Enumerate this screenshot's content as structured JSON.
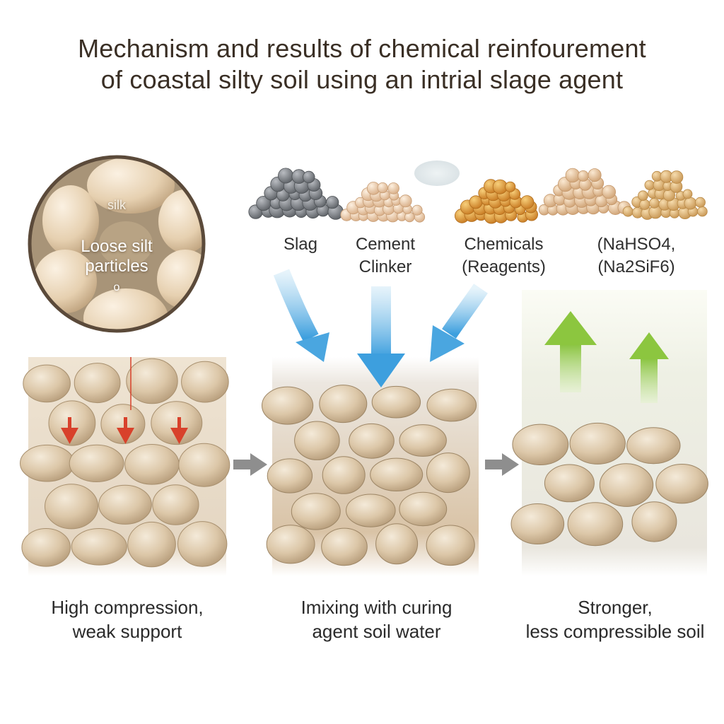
{
  "title": {
    "line1": "Mechanism and results of chemical reinfourement",
    "line2": "of coastal silty soil using an intrial slage agent"
  },
  "zoom": {
    "small_label": "silk",
    "label_line1": "Loose silt",
    "label_line2": "particles",
    "mark": "o"
  },
  "materials": [
    {
      "line1": "Slag",
      "line2": "",
      "color": "#8a8d91"
    },
    {
      "line1": "Cement",
      "line2": "Clinker",
      "color": "#e6c7a6"
    },
    {
      "line1": "Chemicals",
      "line2": "(Reagents)",
      "color": "#e3a23c"
    },
    {
      "line1": "(NaHSO4,",
      "line2": "(Na2SiF6)",
      "color": "#e9c59b"
    }
  ],
  "panels": [
    {
      "caption_line1": "High compression,",
      "caption_line2": "weak support"
    },
    {
      "caption_line1": "Imixing with curing",
      "caption_line2": "agent soil water"
    },
    {
      "caption_line1": "Stronger,",
      "caption_line2": "less compressible soil"
    }
  ],
  "colors": {
    "load_arrow": "#d8412b",
    "inflow_arrow": "#4aa6e0",
    "strength_arrow": "#8cc63f",
    "step_arrow": "#8e8e8e"
  }
}
